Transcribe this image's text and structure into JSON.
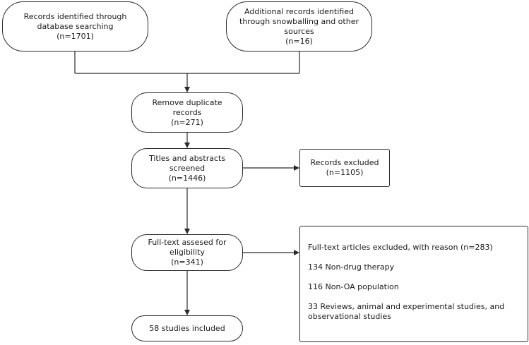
{
  "nodes": {
    "database_search": {
      "lines": [
        "Records identified through",
        "database searching",
        "(n=1701)"
      ]
    },
    "additional_records": {
      "lines": [
        "Additional records identified",
        "through snowballing and other",
        "sources",
        "(n=16)"
      ]
    },
    "remove_duplicates": {
      "lines": [
        "Remove duplicate",
        "records",
        "(n=271)"
      ]
    },
    "screened": {
      "lines": [
        "Titles and abstracts",
        "screened",
        "(n=1446)"
      ]
    },
    "records_excluded": {
      "lines": [
        "Records excluded",
        "(n=1105)"
      ]
    },
    "full_text": {
      "lines": [
        "Full-text assesed for",
        "eligibility",
        "(n=341)"
      ]
    },
    "full_text_excluded": {
      "heading": "Full-text articles excluded, with reason (n=283)",
      "reasons": [
        "134 Non-drug therapy",
        "116 Non-OA population",
        "33 Reviews, animal and experimental studies, and",
        "observational studies"
      ]
    },
    "included": {
      "lines": [
        "58 studies included"
      ]
    }
  },
  "colors": {
    "stroke": "#2b2b2b",
    "text": "#1a1a1a",
    "background": "#ffffff"
  }
}
